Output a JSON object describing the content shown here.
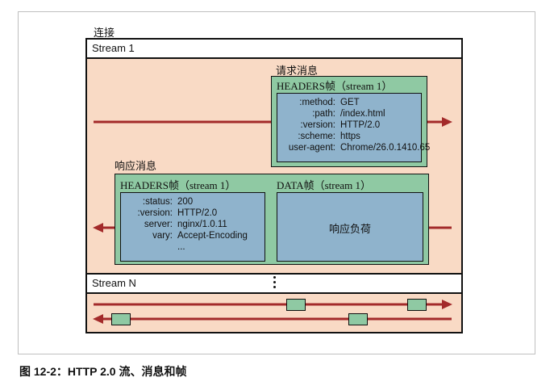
{
  "connection_label": "连接",
  "stream1_label": "Stream 1",
  "streamN_label": "Stream N",
  "request": {
    "label": "请求消息",
    "headers_frame_title": "HEADERS帧（stream 1）",
    "fields": [
      {
        "key": ":method:",
        "value": "GET"
      },
      {
        "key": ":path:",
        "value": "/index.html"
      },
      {
        "key": ":version:",
        "value": "HTTP/2.0"
      },
      {
        "key": ":scheme:",
        "value": "https"
      },
      {
        "key": "user-agent:",
        "value": "Chrome/26.0.1410.65"
      }
    ]
  },
  "response": {
    "label": "响应消息",
    "headers_frame_title": "HEADERS帧（stream 1）",
    "data_frame_title": "DATA帧（stream 1）",
    "fields": [
      {
        "key": ":status:",
        "value": "200"
      },
      {
        "key": ":version:",
        "value": "HTTP/2.0"
      },
      {
        "key": "server:",
        "value": "nginx/1.0.11"
      },
      {
        "key": "vary:",
        "value": "Accept-Encoding"
      },
      {
        "key": "",
        "value": "..."
      }
    ],
    "payload_label": "响应负荷"
  },
  "caption": "图 12-2：HTTP 2.0 流、消息和帧",
  "colors": {
    "peach": "#f9dac5",
    "green": "#8fc9a3",
    "blue": "#8fb3cc",
    "arrow": "#a32a2a"
  }
}
